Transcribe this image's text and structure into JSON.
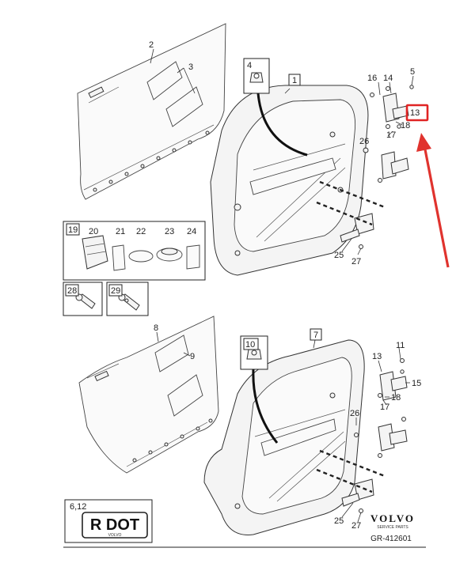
{
  "figure": {
    "reference_code": "GR-412601",
    "brand": "VOLVO",
    "brand_sub": "SERVICE PARTS",
    "stamp_text": "R DOT",
    "stamp_brand": "VOLVO",
    "stamp_ref": "6,12"
  },
  "callouts": {
    "front": {
      "n1": "1",
      "n2": "2",
      "n3": "3",
      "n4": "4",
      "n5": "5",
      "n13": "13",
      "n14": "14",
      "n16": "16",
      "n17": "17",
      "n18": "18",
      "n25": "25",
      "n26": "26",
      "n27": "27"
    },
    "kit": {
      "n19": "19",
      "n20": "20",
      "n21": "21",
      "n22": "22",
      "n23": "23",
      "n24": "24",
      "n28": "28",
      "n29": "29"
    },
    "rear": {
      "n7": "7",
      "n8": "8",
      "n9": "9",
      "n10": "10",
      "n11": "11",
      "n13": "13",
      "n15": "15",
      "n17": "17",
      "n18": "18",
      "n25": "25",
      "n26": "26",
      "n27": "27"
    }
  },
  "annotation": {
    "highlighted_part": "13",
    "highlight_color": "#e02424",
    "arrow_color": "#e0332e"
  }
}
